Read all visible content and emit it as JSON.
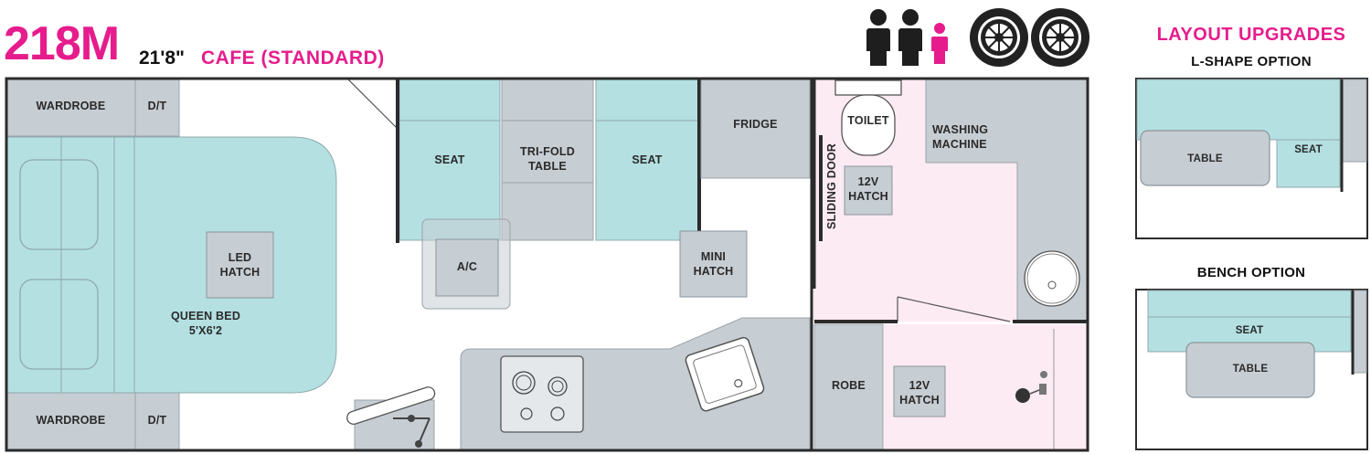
{
  "header": {
    "model": "218M",
    "length": "21'8\"",
    "layout_name": "CAFE (STANDARD)",
    "sleeps_icons": [
      "person-adult-icon",
      "person-adult-icon",
      "person-child-icon"
    ],
    "wheels_icons": [
      "wheel-icon",
      "wheel-icon"
    ]
  },
  "colors": {
    "brand_pink": "#e61c8c",
    "seat_aqua": "#b4e0e2",
    "cabinet_grey": "#c6cdd3",
    "bathroom_pink": "#fdebf3",
    "wall_dark": "#2b2b2b"
  },
  "floorplan": {
    "wardrobe_top": "WARDROBE",
    "dt_top": "D/T",
    "wardrobe_bottom": "WARDROBE",
    "dt_bottom": "D/T",
    "led_hatch": "LED\nHATCH",
    "queen_bed": "QUEEN BED\n5'X6'2",
    "seat_left": "SEAT",
    "trifold_table": "TRI-FOLD\nTABLE",
    "seat_right": "SEAT",
    "ac": "A/C",
    "mini_hatch": "MINI\nHATCH",
    "fridge": "FRIDGE",
    "sliding_door": "SLIDING DOOR",
    "toilet": "TOILET",
    "hatch_12v_bath": "12V\nHATCH",
    "washing_machine": "WASHING\nMACHINE",
    "robe": "ROBE",
    "hatch_12v_shower": "12V\nHATCH"
  },
  "upgrades": {
    "title": "LAYOUT UPGRADES",
    "lshape": {
      "label": "L-SHAPE OPTION",
      "table": "TABLE",
      "seat": "SEAT"
    },
    "bench": {
      "label": "BENCH OPTION",
      "seat": "SEAT",
      "table": "TABLE"
    }
  }
}
